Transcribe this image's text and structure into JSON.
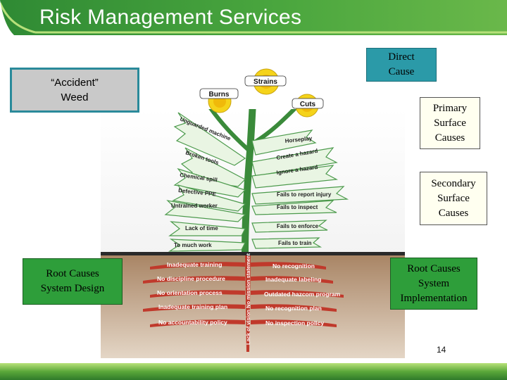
{
  "slide": {
    "title": "Risk Management Services",
    "page_number": "14"
  },
  "boxes": {
    "accident_weed": "“Accident”\nWeed",
    "direct_cause": "Direct\nCause",
    "primary": "Primary\nSurface\nCauses",
    "secondary": "Secondary\nSurface\nCauses",
    "root_design": "Root Causes\nSystem Design",
    "root_implementation": "Root Causes\nSystem\nImplementation"
  },
  "flowers": [
    "Burns",
    "Strains",
    "Cuts"
  ],
  "leaves_left": [
    "Unguarded machine",
    "Broken tools",
    "Chemical spill",
    "Defective PPE",
    "Untrained worker",
    "Lack of time",
    "To much work"
  ],
  "leaves_right": [
    "Horseplay",
    "Create a hazard",
    "Ignore a hazard",
    "Fails to report injury",
    "Fails to inspect",
    "Fails to enforce",
    "Fails to train"
  ],
  "roots_left": [
    "Inadequate training",
    "No discipline procedure",
    "No orientation process",
    "Inadequate training plan",
    "No accountability policy"
  ],
  "roots_right": [
    "No recognition",
    "Inadequate labeling",
    "Outdated hazcom program",
    "No recognition plan",
    "No inspection policy"
  ],
  "taproot_text": "Lack of vision  No mission statement",
  "colors": {
    "header_green": "#3f9a3a",
    "accent_green": "#8cc63f",
    "box_gray": "#c8c8c8",
    "box_teal_border": "#2a8a9a",
    "yellow_box": "#fffff0",
    "green_box": "#2e9e3a",
    "petal_yellow": "#f5d31a",
    "stem_green": "#3a8a3a",
    "soil_brown": "#8b6a4a",
    "root_red": "#c0392b"
  }
}
